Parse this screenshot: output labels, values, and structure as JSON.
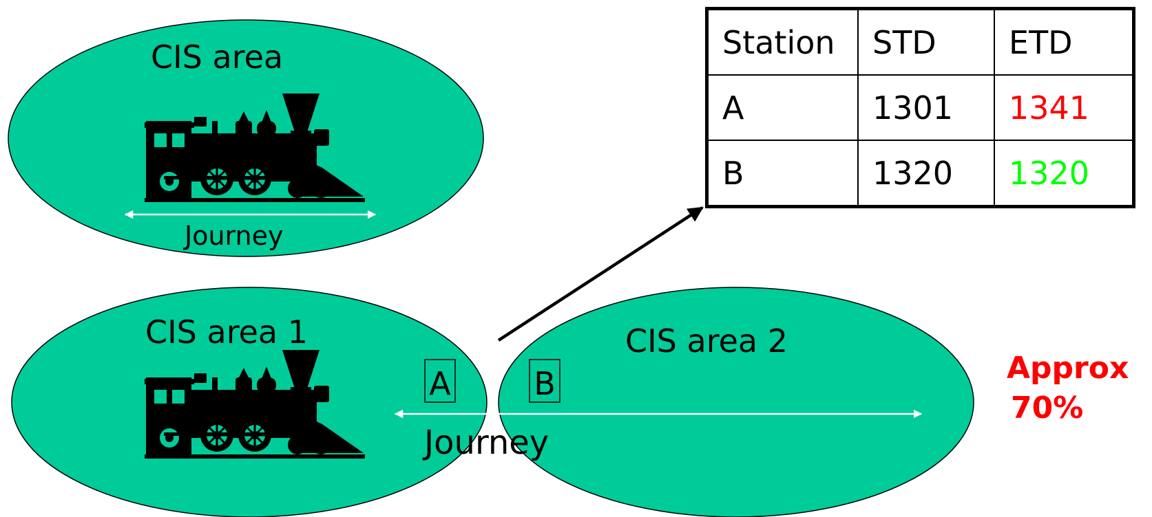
{
  "top_area": {
    "label": "CIS area",
    "journey_label": "Journey"
  },
  "area_1": {
    "label": "CIS area 1"
  },
  "area_2": {
    "label": "CIS area 2"
  },
  "stations": {
    "a": "A",
    "b": "B"
  },
  "bottom_journey_label": "Journey",
  "approx": {
    "line1": "Approx",
    "line2": "70%",
    "color": "#FF0000"
  },
  "table": {
    "headers": [
      "Station",
      "STD",
      "ETD"
    ],
    "rows": [
      {
        "station": "A",
        "std": "1301",
        "etd": "1341",
        "etd_color": "#FF0000"
      },
      {
        "station": "B",
        "std": "1320",
        "etd": "1320",
        "etd_color": "#00FF00"
      }
    ]
  },
  "colors": {
    "area_fill": "#00CC99",
    "arrow": "#000000",
    "journey_arrow": "#FFFFFF"
  },
  "icons": [
    "train-icon",
    "journey-arrow",
    "pointer-arrow"
  ]
}
